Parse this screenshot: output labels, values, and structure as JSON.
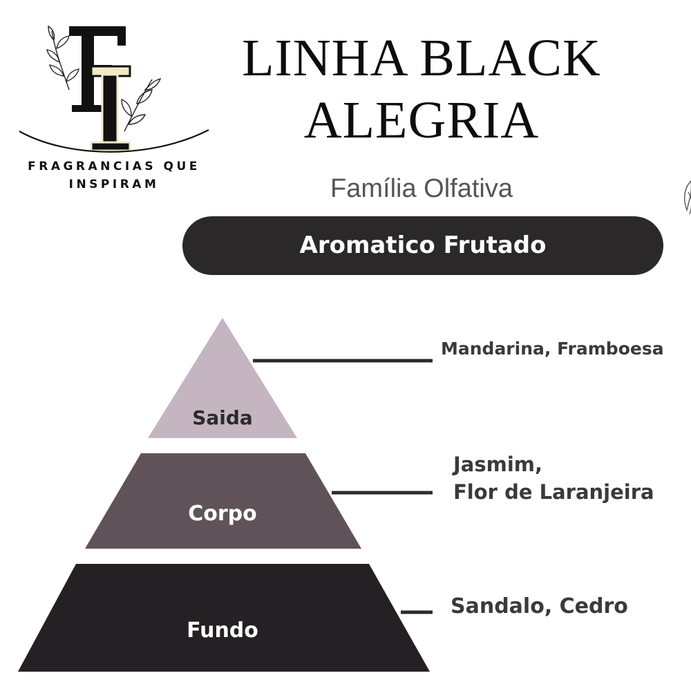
{
  "brand": {
    "monogram": "FI",
    "tagline_line1": "FRAGRANCIAS QUE",
    "tagline_line2": "INSPIRAM"
  },
  "title": {
    "line1": "LINHA BLACK",
    "line2": "ALEGRIA"
  },
  "family": {
    "label": "Família Olfativa",
    "value": "Aromatico Frutado"
  },
  "pyramid": {
    "levels": [
      {
        "label": "Saida",
        "notes": [
          "Mandarina, Framboesa"
        ],
        "color": "#c4b5c0"
      },
      {
        "label": "Corpo",
        "notes": [
          "Jasmim,",
          "Flor de Laranjeira"
        ],
        "color": "#5f5359"
      },
      {
        "label": "Fundo",
        "notes": [
          "Sandalo, Cedro"
        ],
        "color": "#242023"
      }
    ]
  },
  "colors": {
    "pill": "#2b282a",
    "text_dark": "#111111",
    "note_text": "#3a3a3a",
    "label_light_text": "#ffffff",
    "label_dark_text": "#2a2a2a"
  },
  "icons": [
    "leaf-branch-icon",
    "leaf-icon"
  ]
}
